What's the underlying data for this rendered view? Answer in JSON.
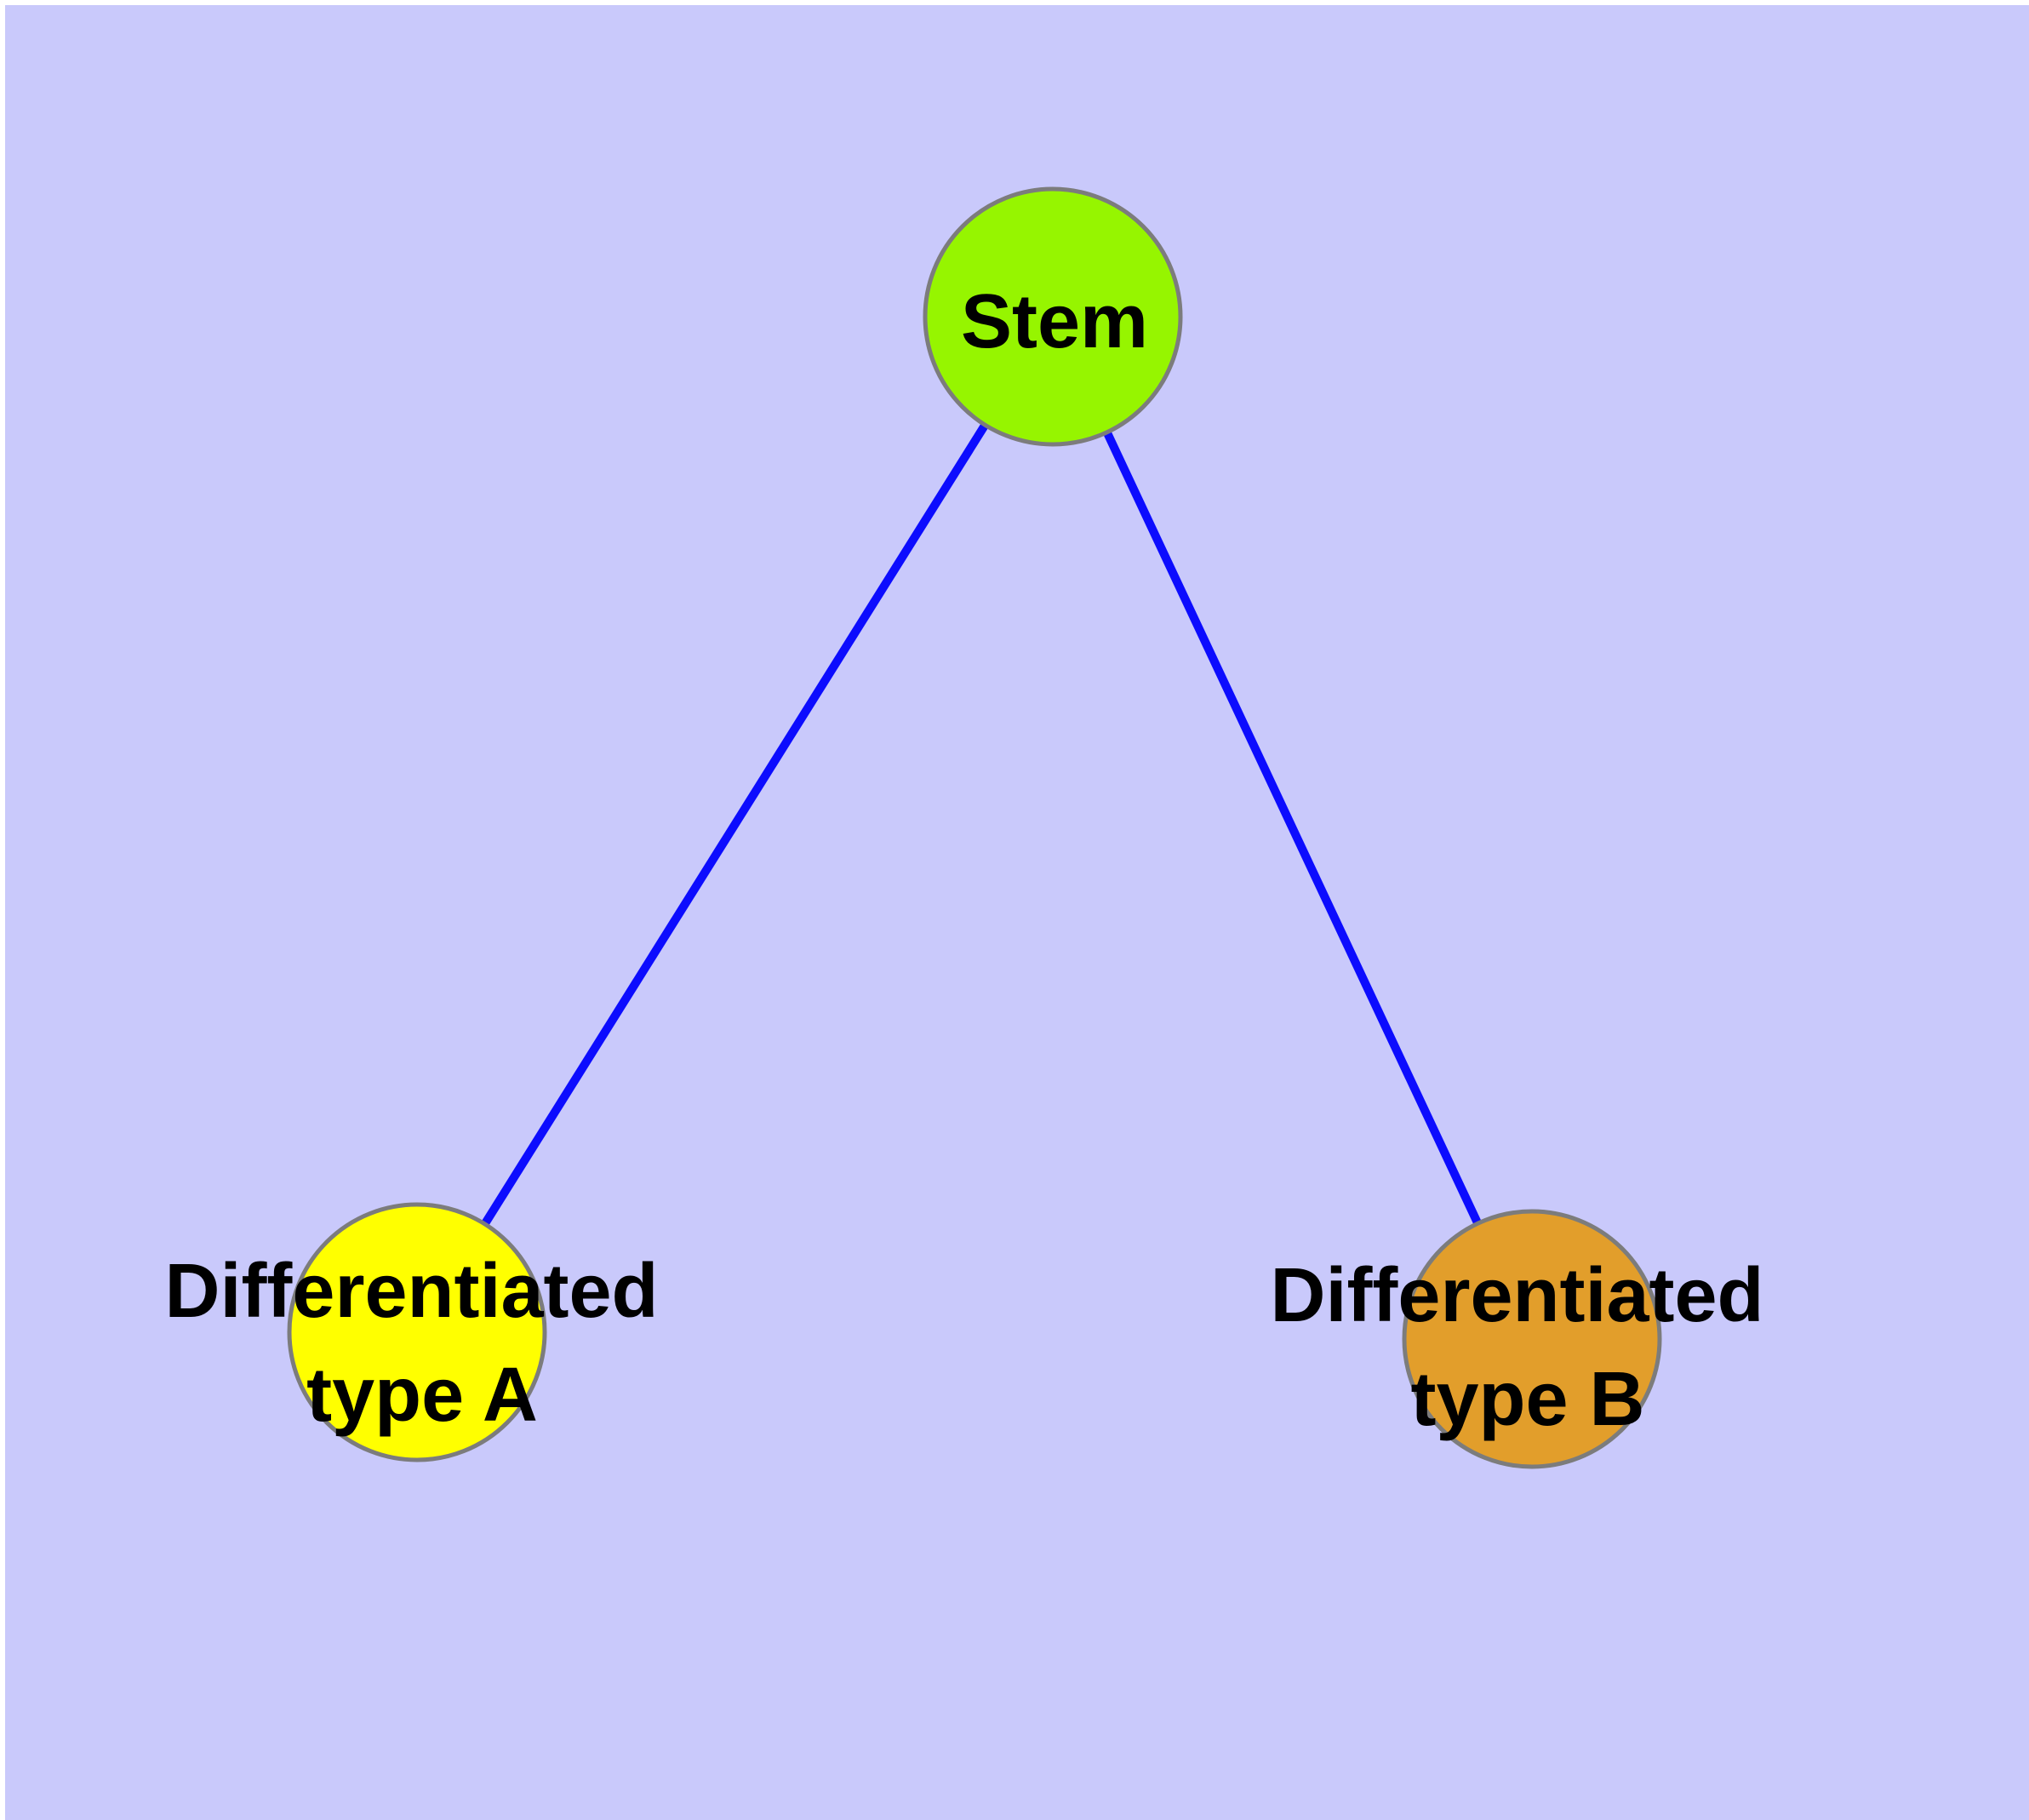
{
  "diagram": {
    "background_color": "#C9C9FB",
    "edge_color": "#0C0CFE",
    "node_border_color": "#7C7C7C",
    "label_color": "#000000",
    "nodes": [
      {
        "id": "stem",
        "label_lines": [
          "Stem"
        ],
        "fill": "#96F500"
      },
      {
        "id": "differentiated-type-a",
        "label_lines": [
          "Differentiated",
          "type A"
        ],
        "fill": "#FFFF00"
      },
      {
        "id": "differentiated-type-b",
        "label_lines": [
          "Differentiated",
          "type B"
        ],
        "fill": "#E29E2B"
      }
    ],
    "edges": [
      {
        "from": "Stem",
        "to": "Differentiated type A"
      },
      {
        "from": "Stem",
        "to": "Differentiated type B"
      }
    ]
  }
}
